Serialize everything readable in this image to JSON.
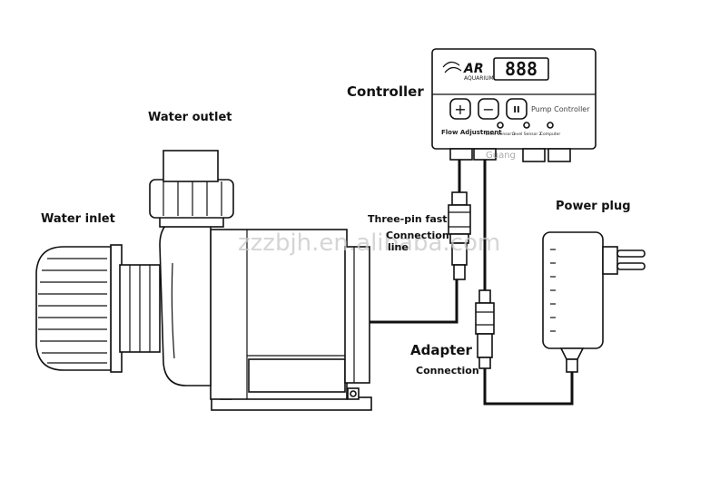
{
  "labels": {
    "water_outlet": "Water outlet",
    "water_inlet": "Water inlet",
    "controller": "Controller",
    "power_plug": "Power plug",
    "three_pin_line1": "Three-pin fast",
    "three_pin_line2": "Connection",
    "three_pin_line3": "line",
    "adapter": "Adapter",
    "adapter_connection": "Connection"
  },
  "controller_panel": {
    "brand": "AR",
    "brand_sub": "AQUARIUM",
    "display": "888",
    "plus": "+",
    "minus": "−",
    "pause": "II",
    "pump_controller": "Pump Controller",
    "flow_adjustment": "Flow Adjustment",
    "level_sensor_1": "Level Sensor 1",
    "level_sensor_2": "Level Sensor 2",
    "computer": "Computer"
  },
  "watermark": "zzzbjh.en.alibaba.com",
  "controller_watermark": "Guang"
}
